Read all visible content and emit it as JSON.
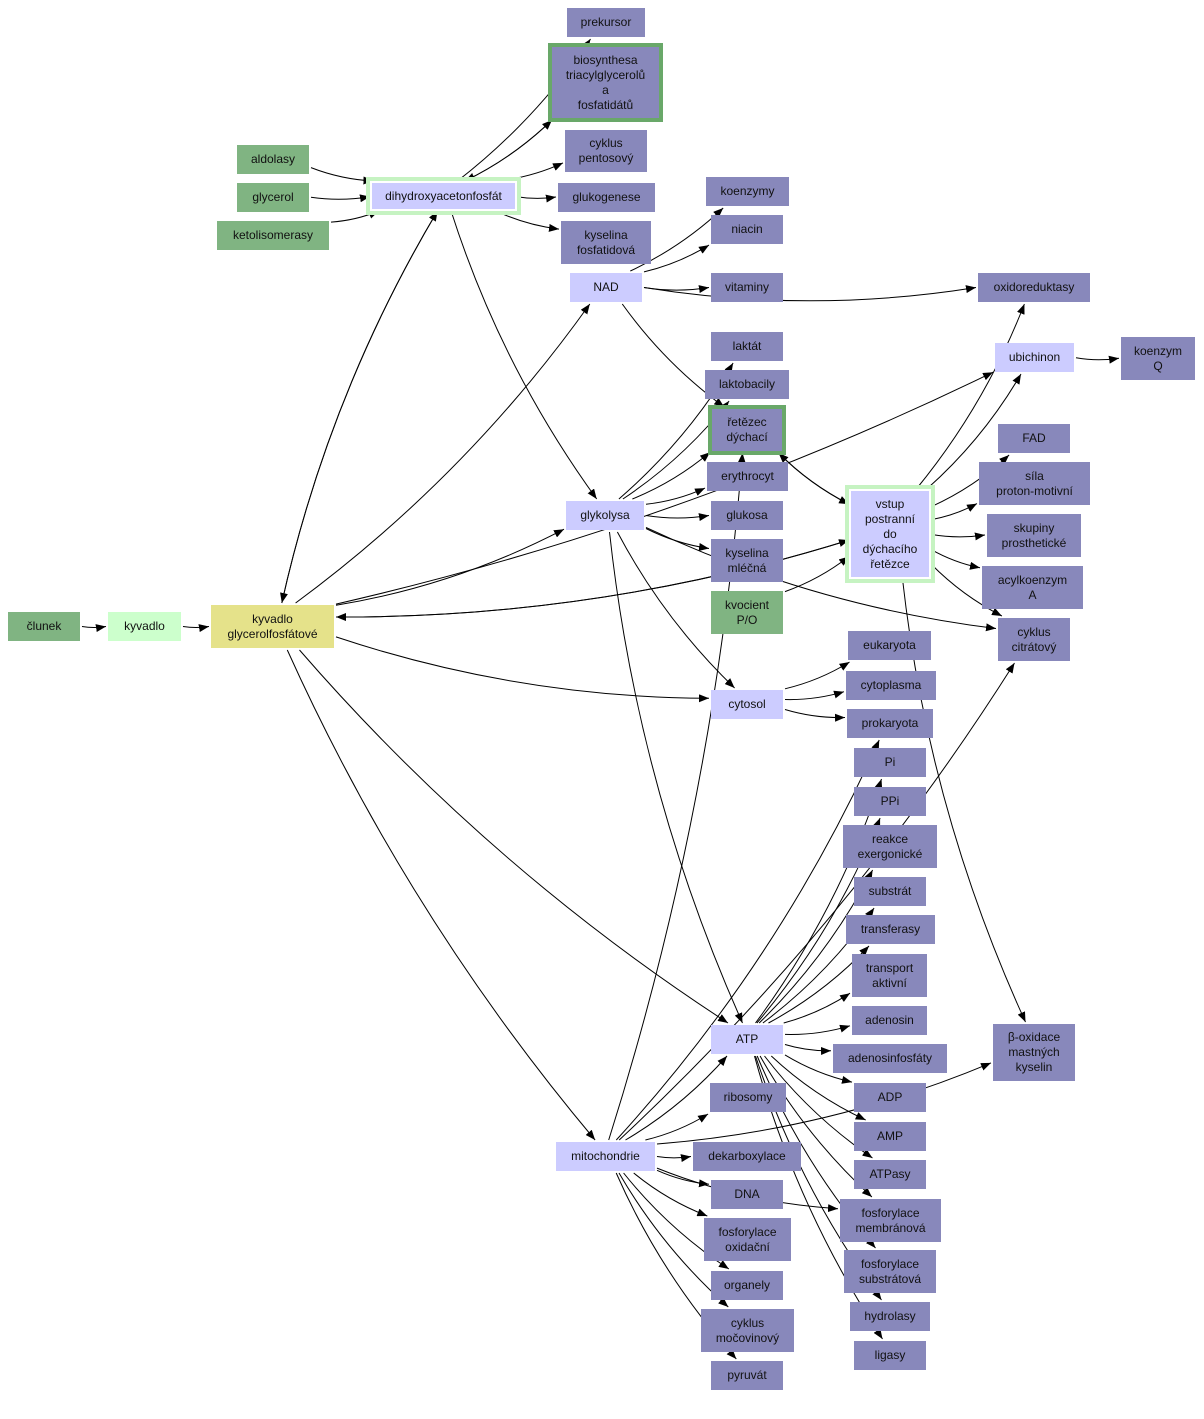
{
  "colors": {
    "light_green": "#ccffcc",
    "green": "#80b482",
    "purple": "#8888bb",
    "lavender": "#ccccff",
    "yellow": "#e5e28a",
    "frame_light": "#c6f3c2",
    "frame_dark": "#69a869"
  },
  "nodes": {
    "clunek": {
      "label": "člunek",
      "color": "green"
    },
    "kyvadlo": {
      "label": "kyvadlo",
      "color": "light_green"
    },
    "kyvadlo_gf": {
      "label": "kyvadlo\nglycerolfosfátové",
      "color": "yellow"
    },
    "aldolasy": {
      "label": "aldolasy",
      "color": "green"
    },
    "glycerol": {
      "label": "glycerol",
      "color": "green"
    },
    "ketolisomerasy": {
      "label": "ketolisomerasy",
      "color": "green"
    },
    "dhap": {
      "label": "dihydroxyacetonfosfát",
      "color": "lavender"
    },
    "prekursor": {
      "label": "prekursor",
      "color": "purple"
    },
    "biosynthesa": {
      "label": "biosynthesa\ntriacylglycerolů\na\nfosfatidátů",
      "color": "purple"
    },
    "cyklus_pentosovy": {
      "label": "cyklus\npentosový",
      "color": "purple"
    },
    "glukogenese": {
      "label": "glukogenese",
      "color": "purple"
    },
    "kyselina_fosfatidova": {
      "label": "kyselina\nfosfatidová",
      "color": "purple"
    },
    "koenzymy": {
      "label": "koenzymy",
      "color": "purple"
    },
    "niacin": {
      "label": "niacin",
      "color": "purple"
    },
    "nad": {
      "label": "NAD",
      "color": "lavender"
    },
    "vitaminy": {
      "label": "vitaminy",
      "color": "purple"
    },
    "oxidoreduktasy": {
      "label": "oxidoreduktasy",
      "color": "purple"
    },
    "ubichinon": {
      "label": "ubichinon",
      "color": "lavender"
    },
    "koenzym_q": {
      "label": "koenzym\nQ",
      "color": "purple"
    },
    "laktat": {
      "label": "laktát",
      "color": "purple"
    },
    "laktobacily": {
      "label": "laktobacily",
      "color": "purple"
    },
    "retezec": {
      "label": "řetězec\ndýchací",
      "color": "purple"
    },
    "fad": {
      "label": "FAD",
      "color": "purple"
    },
    "erythrocyt": {
      "label": "erythrocyt",
      "color": "purple"
    },
    "sila": {
      "label": "síla\nproton-motivní",
      "color": "purple"
    },
    "glykolysa": {
      "label": "glykolysa",
      "color": "lavender"
    },
    "glukosa": {
      "label": "glukosa",
      "color": "purple"
    },
    "vstup": {
      "label": "vstup\npostranní\ndo\ndýchacího\nřetězce",
      "color": "lavender"
    },
    "skupiny": {
      "label": "skupiny\nprosthetické",
      "color": "purple"
    },
    "kyselina_mlecna": {
      "label": "kyselina\nmléčná",
      "color": "purple"
    },
    "acylkoenzym": {
      "label": "acylkoenzym\nA",
      "color": "purple"
    },
    "kvocient": {
      "label": "kvocient\nP/O",
      "color": "green"
    },
    "cyklus_citratovy": {
      "label": "cyklus\ncitrátový",
      "color": "purple"
    },
    "eukaryota": {
      "label": "eukaryota",
      "color": "purple"
    },
    "cytoplasma": {
      "label": "cytoplasma",
      "color": "purple"
    },
    "cytosol": {
      "label": "cytosol",
      "color": "lavender"
    },
    "prokaryota": {
      "label": "prokaryota",
      "color": "purple"
    },
    "pi": {
      "label": "Pi",
      "color": "purple"
    },
    "ppi": {
      "label": "PPi",
      "color": "purple"
    },
    "reakce": {
      "label": "reakce\nexergonické",
      "color": "purple"
    },
    "substrat": {
      "label": "substrát",
      "color": "purple"
    },
    "transferasy": {
      "label": "transferasy",
      "color": "purple"
    },
    "transport": {
      "label": "transport\naktivní",
      "color": "purple"
    },
    "adenosin": {
      "label": "adenosin",
      "color": "purple"
    },
    "atp": {
      "label": "ATP",
      "color": "lavender"
    },
    "beta": {
      "label": "β-oxidace\nmastných\nkyselin",
      "color": "purple"
    },
    "adenosinfosfaty": {
      "label": "adenosinfosfáty",
      "color": "purple"
    },
    "ribosomy": {
      "label": "ribosomy",
      "color": "purple"
    },
    "adp": {
      "label": "ADP",
      "color": "purple"
    },
    "amp": {
      "label": "AMP",
      "color": "purple"
    },
    "mitochondrie": {
      "label": "mitochondrie",
      "color": "lavender"
    },
    "dekarboxylace": {
      "label": "dekarboxylace",
      "color": "purple"
    },
    "atpasy": {
      "label": "ATPasy",
      "color": "purple"
    },
    "dna": {
      "label": "DNA",
      "color": "purple"
    },
    "fosf_membranova": {
      "label": "fosforylace\nmembránová",
      "color": "purple"
    },
    "fosf_oxidacni": {
      "label": "fosforylace\noxidační",
      "color": "purple"
    },
    "fosf_substratova": {
      "label": "fosforylace\nsubstrátová",
      "color": "purple"
    },
    "organely": {
      "label": "organely",
      "color": "purple"
    },
    "hydrolasy": {
      "label": "hydrolasy",
      "color": "purple"
    },
    "cyklus_mocovinovy": {
      "label": "cyklus\nmočovinový",
      "color": "purple"
    },
    "ligasy": {
      "label": "ligasy",
      "color": "purple"
    },
    "pyruvat": {
      "label": "pyruvát",
      "color": "purple"
    }
  },
  "edges": [
    [
      "clunek",
      "kyvadlo"
    ],
    [
      "kyvadlo",
      "kyvadlo_gf"
    ],
    [
      "aldolasy",
      "dhap"
    ],
    [
      "glycerol",
      "dhap"
    ],
    [
      "ketolisomerasy",
      "dhap"
    ],
    [
      "dhap",
      "prekursor"
    ],
    [
      "dhap",
      "biosynthesa"
    ],
    [
      "biosynthesa",
      "dhap"
    ],
    [
      "dhap",
      "cyklus_pentosovy"
    ],
    [
      "dhap",
      "glukogenese"
    ],
    [
      "dhap",
      "kyselina_fosfatidova"
    ],
    [
      "dhap",
      "glykolysa"
    ],
    [
      "dhap",
      "kyvadlo_gf"
    ],
    [
      "kyvadlo_gf",
      "dhap"
    ],
    [
      "kyvadlo_gf",
      "nad"
    ],
    [
      "kyvadlo_gf",
      "ubichinon"
    ],
    [
      "kyvadlo_gf",
      "glykolysa"
    ],
    [
      "kyvadlo_gf",
      "vstup"
    ],
    [
      "vstup",
      "kyvadlo_gf"
    ],
    [
      "kyvadlo_gf",
      "cytosol"
    ],
    [
      "kyvadlo_gf",
      "atp"
    ],
    [
      "kyvadlo_gf",
      "mitochondrie"
    ],
    [
      "nad",
      "koenzymy"
    ],
    [
      "nad",
      "niacin"
    ],
    [
      "nad",
      "vitaminy"
    ],
    [
      "nad",
      "oxidoreduktasy"
    ],
    [
      "nad",
      "retezec"
    ],
    [
      "ubichinon",
      "koenzym_q"
    ],
    [
      "glykolysa",
      "laktat"
    ],
    [
      "glykolysa",
      "laktobacily"
    ],
    [
      "glykolysa",
      "retezec"
    ],
    [
      "glykolysa",
      "erythrocyt"
    ],
    [
      "glykolysa",
      "glukosa"
    ],
    [
      "glykolysa",
      "kyselina_mlecna"
    ],
    [
      "glykolysa",
      "cytosol"
    ],
    [
      "glykolysa",
      "atp"
    ],
    [
      "glykolysa",
      "cyklus_citratovy"
    ],
    [
      "retezec",
      "vstup"
    ],
    [
      "vstup",
      "retezec"
    ],
    [
      "vstup",
      "oxidoreduktasy"
    ],
    [
      "vstup",
      "ubichinon"
    ],
    [
      "vstup",
      "fad"
    ],
    [
      "vstup",
      "sila"
    ],
    [
      "vstup",
      "skupiny"
    ],
    [
      "vstup",
      "acylkoenzym"
    ],
    [
      "vstup",
      "cyklus_citratovy"
    ],
    [
      "vstup",
      "beta"
    ],
    [
      "kvocient",
      "vstup"
    ],
    [
      "cytosol",
      "eukaryota"
    ],
    [
      "cytosol",
      "cytoplasma"
    ],
    [
      "cytosol",
      "prokaryota"
    ],
    [
      "atp",
      "pi"
    ],
    [
      "atp",
      "ppi"
    ],
    [
      "atp",
      "reakce"
    ],
    [
      "atp",
      "substrat"
    ],
    [
      "atp",
      "transferasy"
    ],
    [
      "atp",
      "transport"
    ],
    [
      "atp",
      "adenosin"
    ],
    [
      "atp",
      "adenosinfosfaty"
    ],
    [
      "atp",
      "adp"
    ],
    [
      "atp",
      "amp"
    ],
    [
      "atp",
      "atpasy"
    ],
    [
      "atp",
      "fosf_membranova"
    ],
    [
      "atp",
      "fosf_substratova"
    ],
    [
      "atp",
      "hydrolasy"
    ],
    [
      "atp",
      "ligasy"
    ],
    [
      "mitochondrie",
      "atp"
    ],
    [
      "mitochondrie",
      "ribosomy"
    ],
    [
      "mitochondrie",
      "dekarboxylace"
    ],
    [
      "mitochondrie",
      "dna"
    ],
    [
      "mitochondrie",
      "fosf_oxidacni"
    ],
    [
      "mitochondrie",
      "organely"
    ],
    [
      "mitochondrie",
      "cyklus_mocovinovy"
    ],
    [
      "mitochondrie",
      "pyruvat"
    ],
    [
      "mitochondrie",
      "retezec"
    ],
    [
      "mitochondrie",
      "prokaryota"
    ],
    [
      "mitochondrie",
      "fosf_membranova"
    ],
    [
      "mitochondrie",
      "cyklus_citratovy"
    ],
    [
      "mitochondrie",
      "beta"
    ]
  ]
}
